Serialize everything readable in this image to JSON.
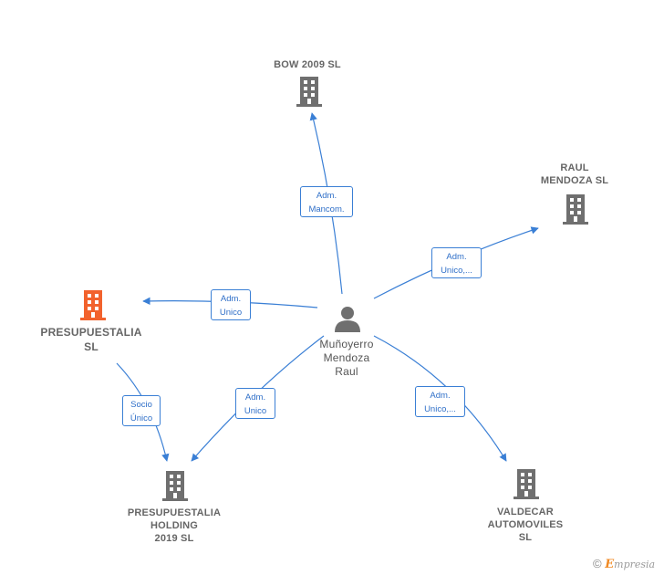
{
  "nodes": {
    "bow": {
      "label": "BOW 2009 SL"
    },
    "raul": {
      "label_lines": [
        "RAUL",
        "MENDOZA  SL"
      ]
    },
    "presupuestalia": {
      "label_lines": [
        "PRESUPUESTALIA",
        "SL"
      ]
    },
    "holding": {
      "label_lines": [
        "PRESUPUESTALIA",
        "HOLDING",
        "2019  SL"
      ]
    },
    "valdecar": {
      "label_lines": [
        "VALDECAR",
        "AUTOMOVILES",
        "SL"
      ]
    },
    "person": {
      "label_lines": [
        "Muñoyerro",
        "Mendoza",
        "Raul"
      ]
    }
  },
  "edges": {
    "to_bow": {
      "lines": [
        "Adm.",
        "Mancom."
      ]
    },
    "to_raul": {
      "lines": [
        "Adm.",
        "Unico,..."
      ]
    },
    "to_presupuestalia": {
      "lines": [
        "Adm.",
        "Unico"
      ]
    },
    "to_holding": {
      "lines": [
        "Adm.",
        "Unico"
      ]
    },
    "to_valdecar": {
      "lines": [
        "Adm.",
        "Unico,..."
      ]
    },
    "presupuestalia_to_holding": {
      "lines": [
        "Socio",
        "Único"
      ]
    }
  },
  "colors": {
    "edge": "#3a7fd5",
    "building": "#6f6f6f",
    "building_focus": "#f2622d",
    "person": "#6f6f6f"
  },
  "branding": {
    "copyright": "©",
    "logo_letter": "E",
    "logo_rest": "mpresia"
  }
}
